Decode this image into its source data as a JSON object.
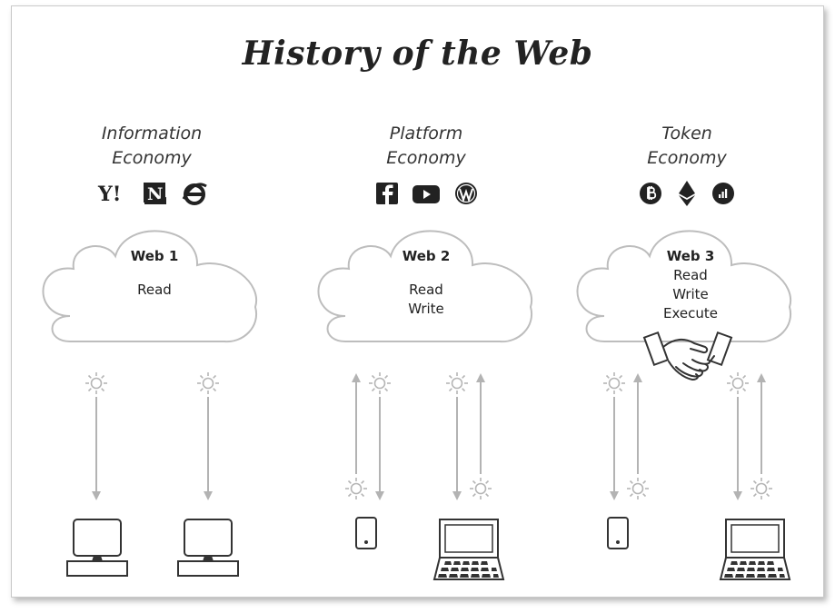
{
  "title": "History of the Web",
  "columns": [
    {
      "heading_line1": "Information",
      "heading_line2": "Economy",
      "icons": [
        "yahoo-icon",
        "netscape-icon",
        "internet-explorer-icon"
      ],
      "cloud_title": "Web 1",
      "capabilities": [
        "Read"
      ]
    },
    {
      "heading_line1": "Platform",
      "heading_line2": "Economy",
      "icons": [
        "facebook-icon",
        "youtube-icon",
        "wordpress-icon"
      ],
      "cloud_title": "Web 2",
      "capabilities": [
        "Read",
        "Write"
      ]
    },
    {
      "heading_line1": "Token",
      "heading_line2": "Economy",
      "icons": [
        "bitcoin-icon",
        "ethereum-icon",
        "chart-token-icon"
      ],
      "cloud_title": "Web 3",
      "capabilities": [
        "Read",
        "Write",
        "Execute"
      ]
    }
  ],
  "yahoo_text": "Y!",
  "netscape_text": "N"
}
